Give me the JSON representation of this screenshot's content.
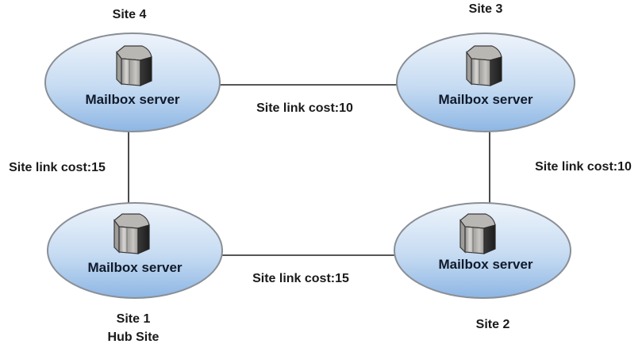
{
  "diagram": {
    "nodes": [
      {
        "id": "site4",
        "site_label": "Site 4",
        "sub_label": "",
        "server_label": "Mailbox server",
        "icon": "server-icon"
      },
      {
        "id": "site3",
        "site_label": "Site 3",
        "sub_label": "",
        "server_label": "Mailbox server",
        "icon": "server-icon"
      },
      {
        "id": "site1",
        "site_label": "Site 1",
        "sub_label": "Hub Site",
        "server_label": "Mailbox server",
        "icon": "server-icon"
      },
      {
        "id": "site2",
        "site_label": "Site 2",
        "sub_label": "",
        "server_label": "Mailbox server",
        "icon": "server-icon"
      }
    ],
    "links": [
      {
        "from": "site4",
        "to": "site3",
        "label": "Site link cost:10",
        "cost": 10
      },
      {
        "from": "site4",
        "to": "site1",
        "label": "Site link cost:15",
        "cost": 15
      },
      {
        "from": "site3",
        "to": "site2",
        "label": "Site link cost:10",
        "cost": 10
      },
      {
        "from": "site1",
        "to": "site2",
        "label": "Site link cost:15",
        "cost": 15
      }
    ],
    "colors": {
      "ellipse_top": "#eaf2fb",
      "ellipse_bottom": "#8fb8e6",
      "ellipse_stroke": "#8a8f96",
      "line": "#1e1e1e",
      "text": "#1a1a1a"
    }
  }
}
